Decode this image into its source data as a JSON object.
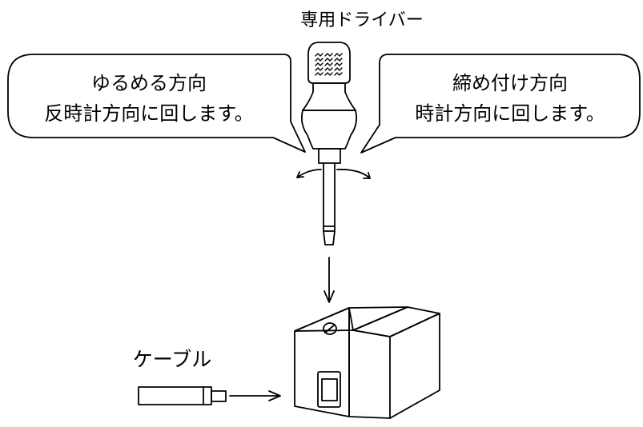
{
  "title": "専用ドライバー",
  "loosen": {
    "heading": "ゆるめる方向",
    "description": "反時計方向に回します。"
  },
  "tighten": {
    "heading": "締め付け方向",
    "description": "時計方向に回します。"
  },
  "cable": {
    "label": "ケーブル"
  }
}
